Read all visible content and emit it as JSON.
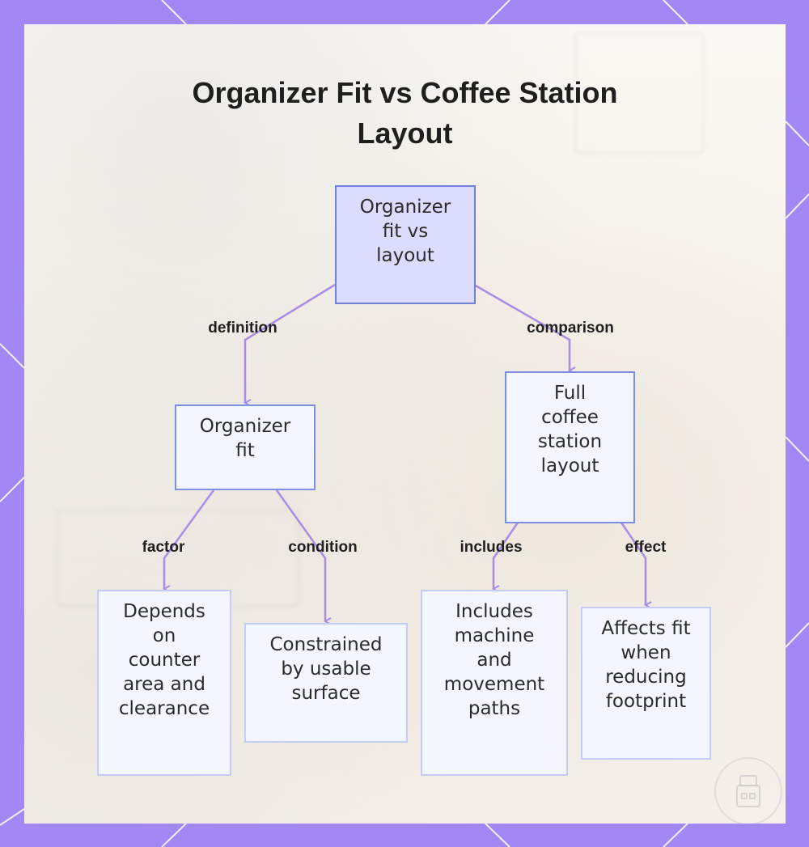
{
  "title": {
    "line1": "Organizer Fit vs Coffee Station",
    "line2": "Layout"
  },
  "nodes": {
    "root": {
      "lines": [
        "Organizer",
        "fit vs",
        "layout"
      ]
    },
    "organizer_fit": {
      "lines": [
        "Organizer",
        "fit"
      ]
    },
    "full_layout": {
      "lines": [
        "Full",
        "coffee",
        "station",
        "layout"
      ]
    },
    "depends": {
      "lines": [
        "Depends",
        "on",
        "counter",
        "area and",
        "clearance"
      ]
    },
    "constrained": {
      "lines": [
        "Constrained",
        "by usable",
        "surface"
      ]
    },
    "includes_machine": {
      "lines": [
        "Includes",
        "machine",
        "and",
        "movement",
        "paths"
      ]
    },
    "affects": {
      "lines": [
        "Affects fit",
        "when",
        "reducing",
        "footprint"
      ]
    }
  },
  "edges": {
    "definition": "definition",
    "comparison": "comparison",
    "factor": "factor",
    "condition": "condition",
    "includes": "includes",
    "effect": "effect"
  },
  "colors": {
    "frame": "#a288f5",
    "connector": "#a98ce6",
    "root_fill": "#dcdcff",
    "node_border": "#7d8fe0"
  }
}
